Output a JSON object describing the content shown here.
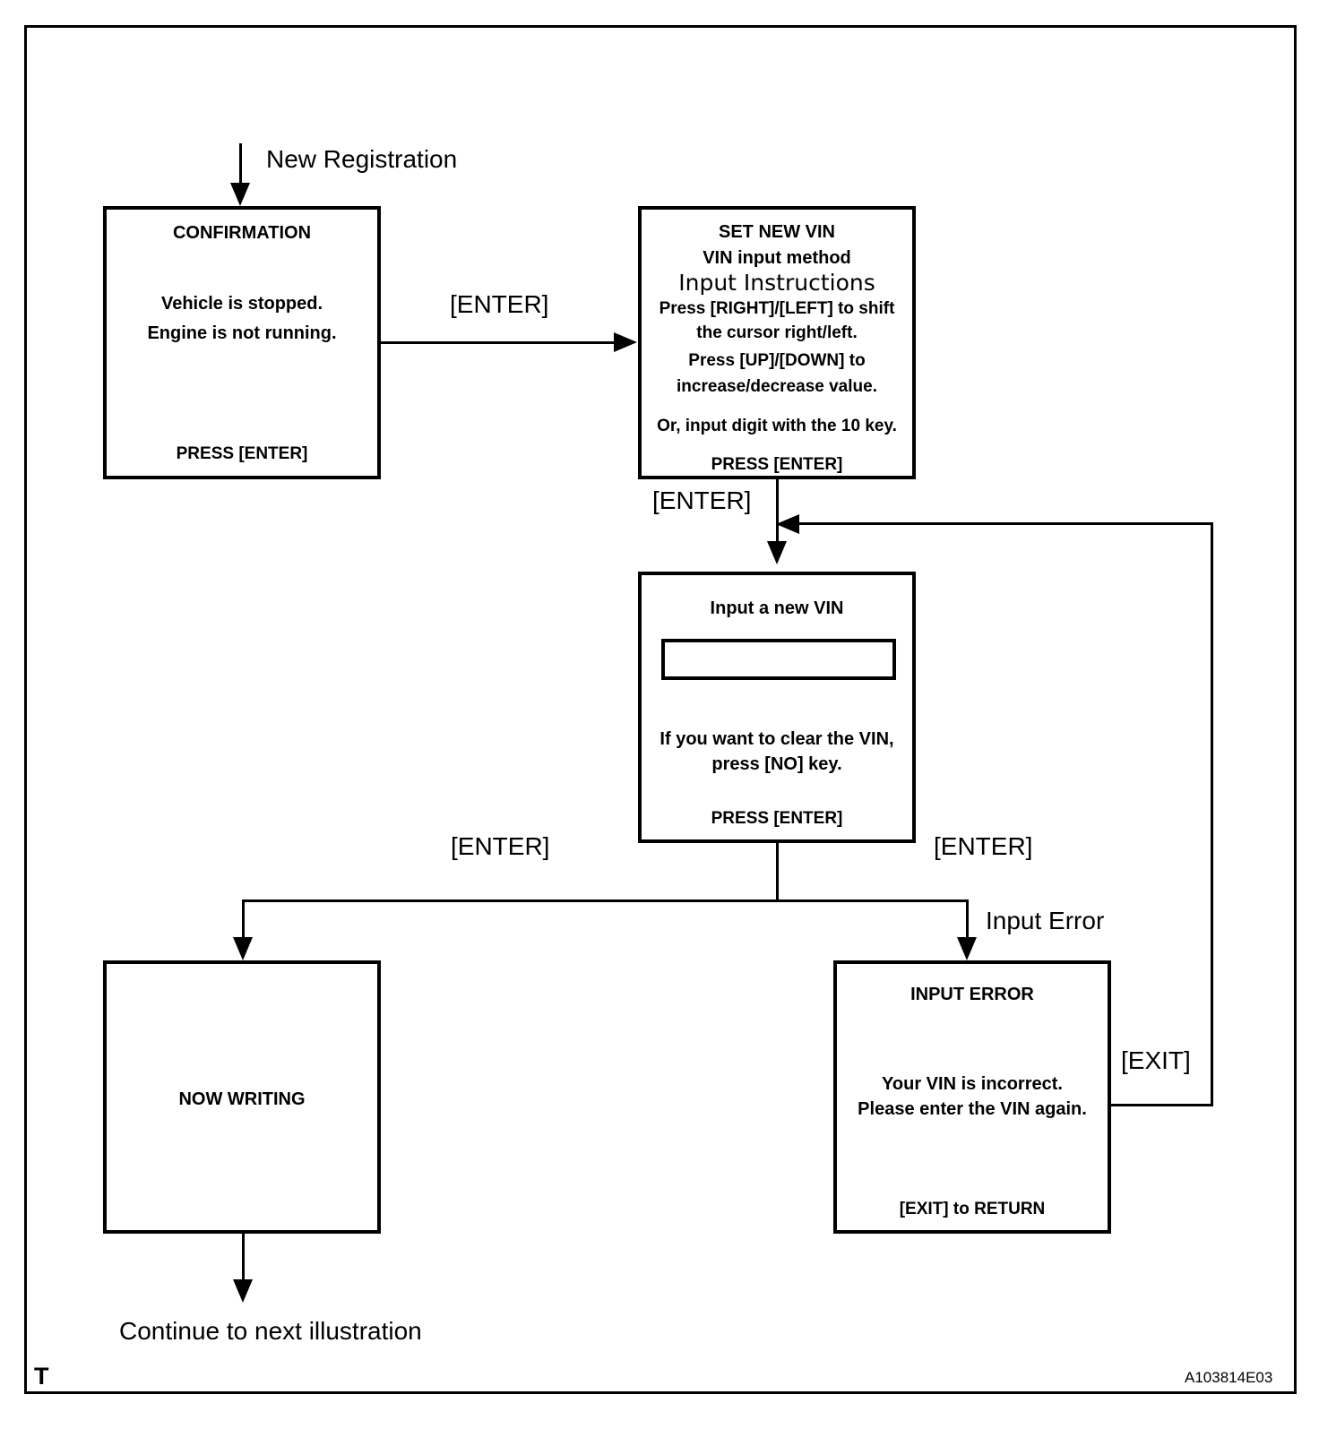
{
  "figure": {
    "corner_mark": "T",
    "code": "A103814E03"
  },
  "entry_label": "New Registration",
  "exit_label": "Continue to next illustration",
  "boxes": {
    "confirmation": {
      "title": "CONFIRMATION",
      "body_line1": "Vehicle is stopped.",
      "body_line2": "Engine is not running.",
      "footer": "PRESS [ENTER]"
    },
    "set_new_vin": {
      "title": "SET NEW VIN",
      "subtitle": "VIN input method",
      "heading": "Input Instructions",
      "line1": "Press [RIGHT]/[LEFT] to shift",
      "line2": "the cursor right/left.",
      "line3": "Press [UP]/[DOWN]  to",
      "line4": "increase/decrease value.",
      "line5": "Or, input digit with the 10 key.",
      "footer": "PRESS [ENTER]"
    },
    "input_new_vin": {
      "title": "Input a new VIN",
      "field_value": "",
      "hint_line1": "If you want to clear the VIN,",
      "hint_line2": "press [NO] key.",
      "footer": "PRESS [ENTER]"
    },
    "now_writing": {
      "title": "NOW WRITING"
    },
    "input_error": {
      "title": "INPUT  ERROR",
      "body_line1": "Your VIN is incorrect.",
      "body_line2": "Please enter the VIN again.",
      "footer": "[EXIT] to RETURN"
    }
  },
  "transitions": {
    "confirm_to_setvin": "[ENTER]",
    "setvin_to_input": "[ENTER]",
    "input_to_writing": "[ENTER]",
    "input_to_error": "[ENTER]",
    "error_branch": "Input Error",
    "error_return": "[EXIT]"
  }
}
